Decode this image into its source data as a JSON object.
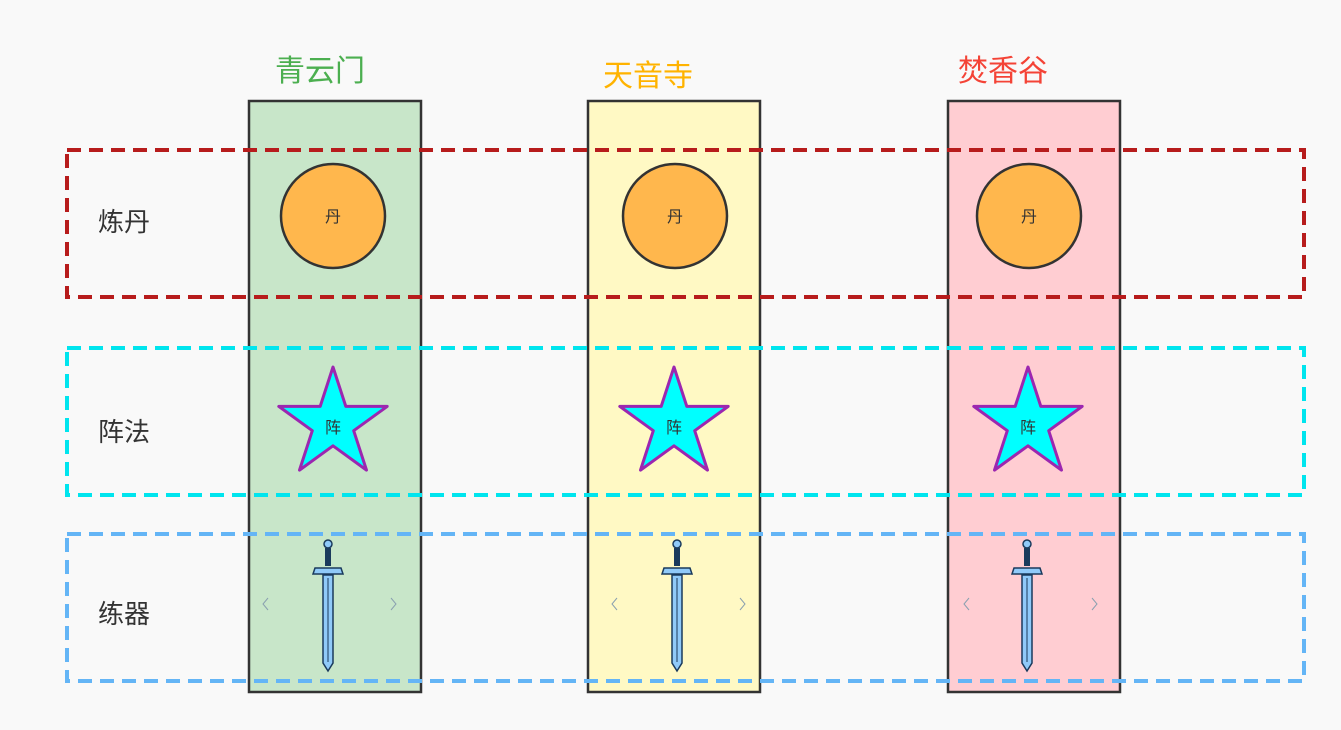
{
  "sects": [
    {
      "name": "青云门",
      "title_color": "#4caf50",
      "fill": "#c8e6c9"
    },
    {
      "name": "天音寺",
      "title_color": "#ffb300",
      "fill": "#fff9c4"
    },
    {
      "name": "焚香谷",
      "title_color": "#f44336",
      "fill": "#ffcdd2"
    }
  ],
  "rows": [
    {
      "label": "炼丹",
      "item_text": "丹",
      "item_icon": "pill-circle-icon",
      "border_color": "#b71c1c"
    },
    {
      "label": "阵法",
      "item_text": "阵",
      "item_icon": "star-icon",
      "border_color": "#00e5ee"
    },
    {
      "label": "练器",
      "item_text": "",
      "item_icon": "sword-icon",
      "border_color": "#64b5f6"
    }
  ],
  "colors": {
    "pill_fill": "#ffb74d",
    "star_fill": "#00ffff",
    "star_stroke": "#9c27b0",
    "sword_blade": "#90caf9",
    "sword_outline": "#1a3a5c"
  }
}
